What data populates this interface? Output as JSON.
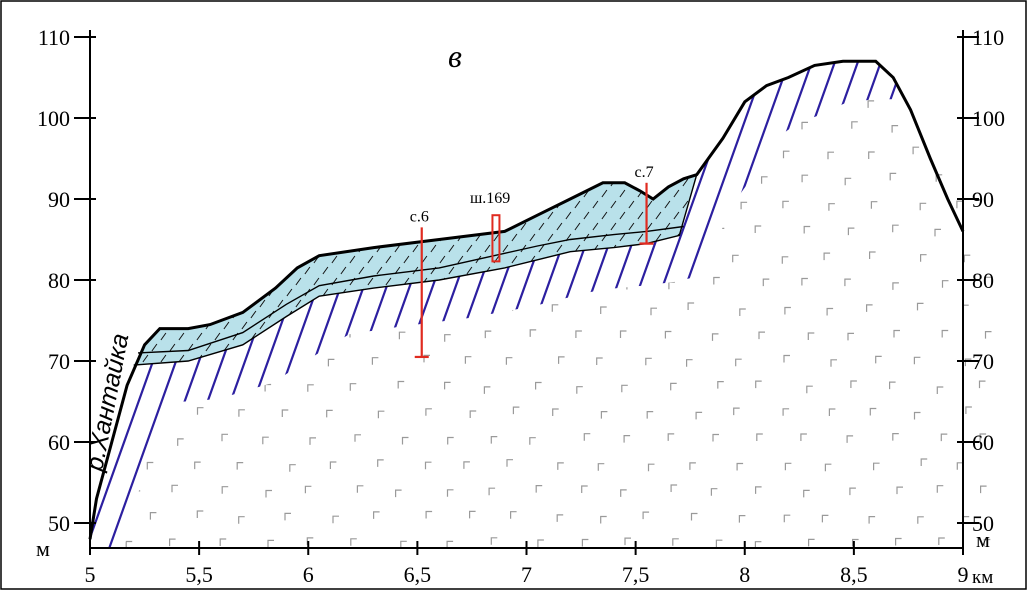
{
  "figure": {
    "panel_letter": "в",
    "river_label": "р.Хантайка",
    "unit_left": "м",
    "unit_right": "м",
    "unit_bottom": "км",
    "well_labels": [
      "с.6",
      "ш.169",
      "с.7"
    ]
  },
  "colors": {
    "cover": "#b9e1ea",
    "hatch": "#2c1fa0",
    "bedrock_symbol": "#9a9a9a",
    "wells": "#e02b20",
    "outline": "#000000"
  },
  "chart_data": {
    "type": "cross-section",
    "x_unit": "км",
    "y_unit": "м",
    "xlim": [
      5,
      9
    ],
    "ylim": [
      48,
      112
    ],
    "x_ticks": [
      "5",
      "5,5",
      "6",
      "6,5",
      "7",
      "7,5",
      "8",
      "8,5",
      "9"
    ],
    "x_tick_values": [
      5,
      5.5,
      6,
      6.5,
      7,
      7.5,
      8,
      8.5,
      9
    ],
    "y_ticks": [
      "50",
      "60",
      "70",
      "80",
      "90",
      "100",
      "110"
    ],
    "y_tick_values": [
      50,
      60,
      70,
      80,
      90,
      100,
      110
    ],
    "surface": [
      [
        5,
        48
      ],
      [
        5.03,
        53
      ],
      [
        5.1,
        60
      ],
      [
        5.17,
        67
      ],
      [
        5.25,
        72
      ],
      [
        5.32,
        74
      ],
      [
        5.45,
        74
      ],
      [
        5.55,
        74.5
      ],
      [
        5.7,
        76
      ],
      [
        5.85,
        79
      ],
      [
        5.95,
        81.5
      ],
      [
        6.05,
        83
      ],
      [
        6.3,
        84
      ],
      [
        6.6,
        85
      ],
      [
        6.9,
        86
      ],
      [
        7.05,
        88
      ],
      [
        7.2,
        90
      ],
      [
        7.35,
        92
      ],
      [
        7.45,
        92
      ],
      [
        7.52,
        91
      ],
      [
        7.58,
        90
      ],
      [
        7.65,
        91.5
      ],
      [
        7.72,
        92.5
      ],
      [
        7.78,
        93
      ],
      [
        7.9,
        97.5
      ],
      [
        8.0,
        102
      ],
      [
        8.1,
        104
      ],
      [
        8.2,
        105
      ],
      [
        8.32,
        106.5
      ],
      [
        8.45,
        107
      ],
      [
        8.6,
        107
      ],
      [
        8.68,
        105
      ],
      [
        8.76,
        101
      ],
      [
        8.85,
        95
      ],
      [
        8.93,
        90
      ],
      [
        9.0,
        86
      ]
    ],
    "cover_base": [
      [
        5.2,
        69.5
      ],
      [
        5.45,
        70
      ],
      [
        5.7,
        72
      ],
      [
        5.9,
        75.5
      ],
      [
        6.05,
        78
      ],
      [
        6.3,
        79
      ],
      [
        6.6,
        80
      ],
      [
        6.9,
        81.5
      ],
      [
        7.05,
        82.5
      ],
      [
        7.2,
        83.5
      ],
      [
        7.4,
        84
      ],
      [
        7.55,
        84.5
      ],
      [
        7.7,
        85.5
      ],
      [
        7.78,
        93
      ]
    ],
    "cover_layer_line": [
      [
        5.22,
        71
      ],
      [
        5.45,
        71.3
      ],
      [
        5.7,
        73.5
      ],
      [
        5.9,
        77
      ],
      [
        6.05,
        79.3
      ],
      [
        6.3,
        80.5
      ],
      [
        6.6,
        81.5
      ],
      [
        6.9,
        83.3
      ],
      [
        7.05,
        84.2
      ],
      [
        7.2,
        85
      ],
      [
        7.4,
        85.6
      ],
      [
        7.55,
        86
      ],
      [
        7.72,
        86.6
      ]
    ],
    "wells": [
      {
        "label": "с.6",
        "x": 6.52,
        "top": 86.5,
        "bottom": 70.5
      },
      {
        "label": "ш.169",
        "x": 6.86,
        "top": 88,
        "bottom": 82.3
      },
      {
        "label": "с.7",
        "x": 7.55,
        "top": 92,
        "bottom": 84.5
      }
    ]
  }
}
